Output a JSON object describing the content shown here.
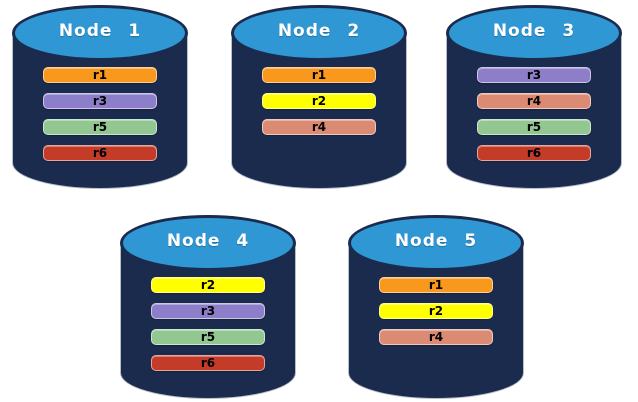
{
  "diagram": {
    "description": "Database nodes with replicated records"
  },
  "palette": {
    "cylinder_body": "#1B2B4E",
    "cylinder_top": "#2F97D4",
    "title_text": "#FFFFFF",
    "bar_text": "#000000",
    "page_background": "#FFFFFF"
  },
  "records": [
    {
      "id": "r1",
      "color": "#F8991D"
    },
    {
      "id": "r2",
      "color": "#FFFF00"
    },
    {
      "id": "r3",
      "color": "#8C7EC8"
    },
    {
      "id": "r4",
      "color": "#DB8A74"
    },
    {
      "id": "r5",
      "color": "#92C792"
    },
    {
      "id": "r6",
      "color": "#C43B28"
    }
  ],
  "nodes": [
    {
      "label": "Node 1",
      "records": [
        "r1",
        "r3",
        "r5",
        "r6"
      ]
    },
    {
      "label": "Node 2",
      "records": [
        "r1",
        "r2",
        "r4"
      ]
    },
    {
      "label": "Node 3",
      "records": [
        "r3",
        "r4",
        "r5",
        "r6"
      ]
    },
    {
      "label": "Node 4",
      "records": [
        "r2",
        "r3",
        "r5",
        "r6"
      ]
    },
    {
      "label": "Node 5",
      "records": [
        "r1",
        "r2",
        "r4"
      ]
    }
  ]
}
